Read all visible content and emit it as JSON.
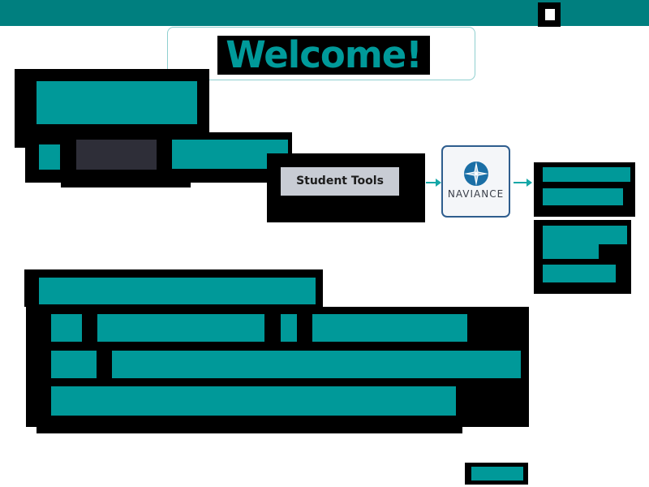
{
  "header": {
    "welcome_title": "Welcome!"
  },
  "flow": {
    "student_tools_label": "Student Tools",
    "naviance_label": "NAVIANCE"
  },
  "colors": {
    "topbar": "#007f7f",
    "teal_block": "#009999",
    "naviance_border": "#2e5d8e",
    "naviance_star_blue": "#1b6fa6",
    "arrow": "#15a7a7"
  }
}
